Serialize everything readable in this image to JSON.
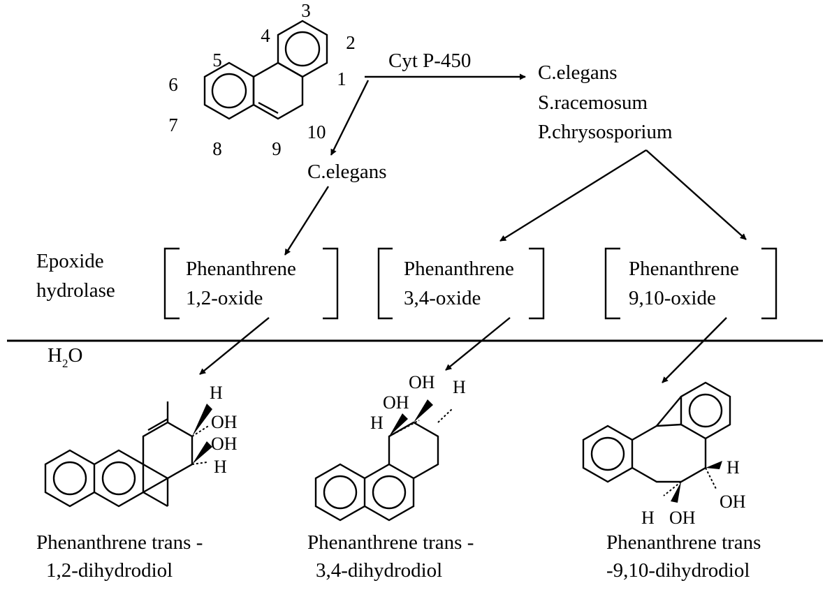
{
  "numbering": [
    "1",
    "2",
    "3",
    "4",
    "5",
    "6",
    "7",
    "8",
    "9",
    "10"
  ],
  "top_reaction": {
    "label": "Cyt  P-450",
    "right_organisms": [
      "C.elegans",
      "S.racemosum",
      "P.chrysosporium"
    ],
    "left_organism": "C.elegans"
  },
  "enzyme": [
    "Epoxide",
    "hydrolase"
  ],
  "water": {
    "main": "H",
    "sub": "2",
    "tail": "O"
  },
  "oxides": [
    {
      "line1": "Phenanthrene",
      "line2": "1,2-oxide"
    },
    {
      "line1": "Phenanthrene",
      "line2": "3,4-oxide"
    },
    {
      "line1": "Phenanthrene",
      "line2": "9,10-oxide"
    }
  ],
  "products": [
    {
      "line1": "Phenanthrene trans -",
      "line2": "1,2-dihydrodiol"
    },
    {
      "line1": "Phenanthrene trans -",
      "line2": "3,4-dihydrodiol"
    },
    {
      "line1": "Phenanthrene trans",
      "line2": "-9,10-dihydrodiol"
    }
  ],
  "atoms": {
    "H": "H",
    "OH": "OH"
  }
}
